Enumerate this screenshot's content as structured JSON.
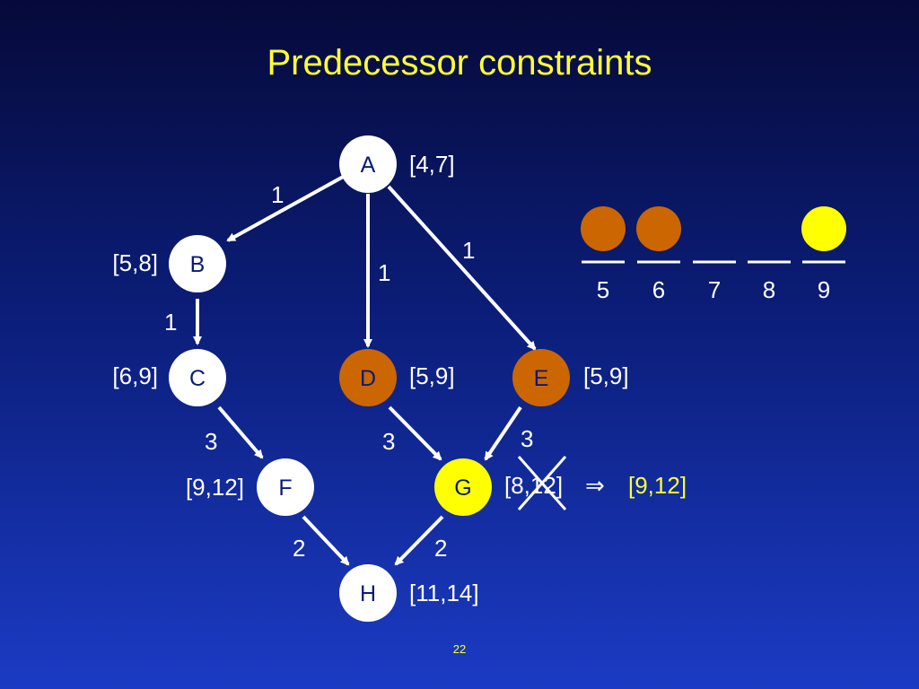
{
  "title": "Predecessor constraints",
  "page_number": "22",
  "colors": {
    "background_top": "#060a3a",
    "background_bottom": "#1b3bc4",
    "node_default": "#ffffff",
    "node_orange": "#cc6600",
    "node_yellow": "#ffff00",
    "title_yellow": "#ffff33"
  },
  "nodes": {
    "A": {
      "label": "A",
      "interval": "[4,7]"
    },
    "B": {
      "label": "B",
      "interval": "[5,8]"
    },
    "C": {
      "label": "C",
      "interval": "[6,9]"
    },
    "D": {
      "label": "D",
      "interval": "[5,9]"
    },
    "E": {
      "label": "E",
      "interval": "[5,9]"
    },
    "F": {
      "label": "F",
      "interval": "[9,12]"
    },
    "G": {
      "label": "G",
      "interval_old": "[8,12]",
      "implies": "⇒",
      "interval_new": "[9,12]"
    },
    "H": {
      "label": "H",
      "interval": "[11,14]"
    }
  },
  "edges": {
    "A_B": "1",
    "A_D": "1",
    "A_E": "1",
    "B_C": "1",
    "C_F": "3",
    "D_G": "3",
    "E_G": "3",
    "F_H": "2",
    "G_H": "2"
  },
  "timeline": {
    "slots": [
      "5",
      "6",
      "7",
      "8",
      "9"
    ],
    "markers": [
      "orange",
      "orange",
      "",
      "",
      "yellow"
    ]
  }
}
